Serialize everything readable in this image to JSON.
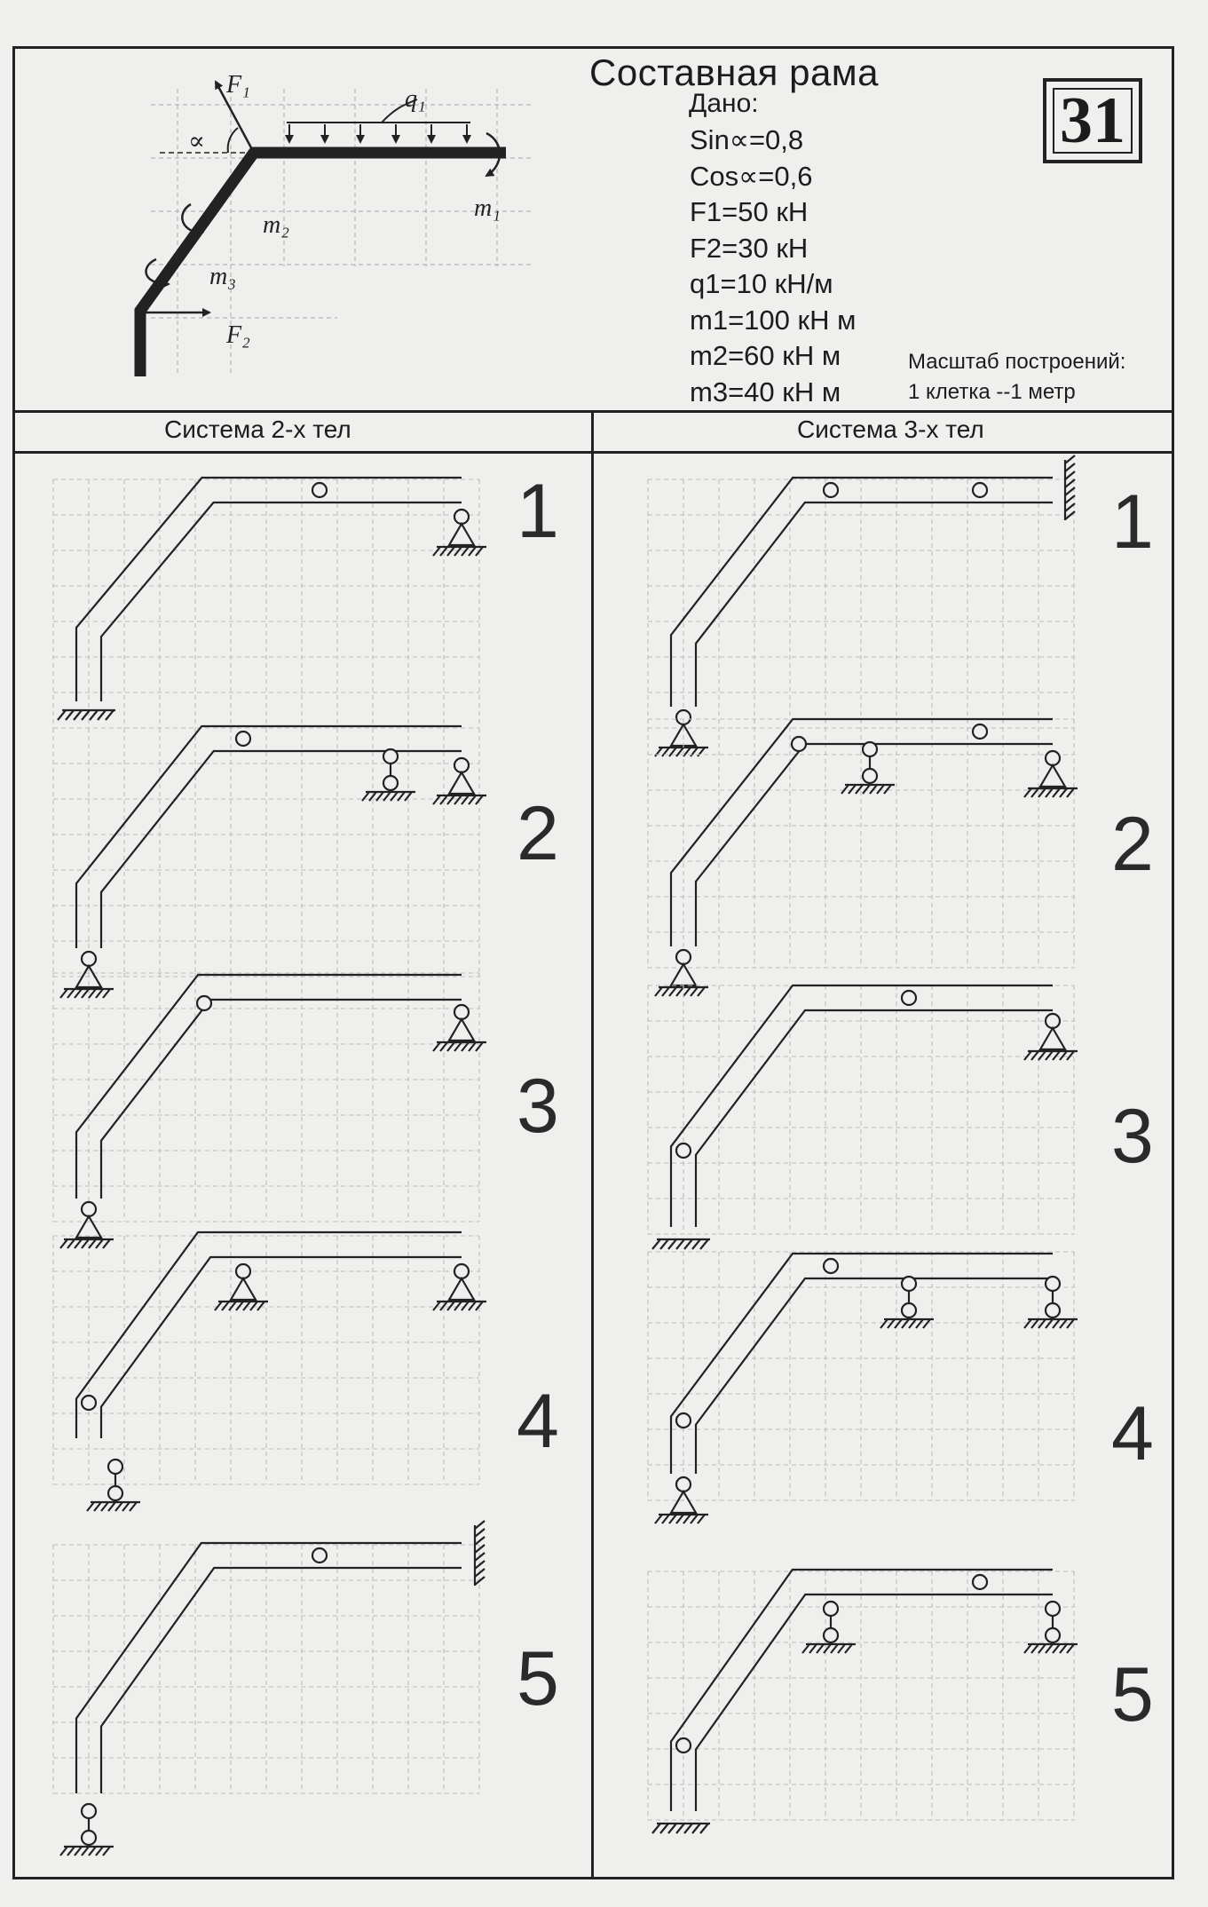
{
  "title": "Составная рама",
  "variant_number": "31",
  "given": {
    "heading": "Дано:",
    "values": [
      "Sin∝=0,8",
      "Cos∝=0,6",
      "F1=50 кН",
      "F2=30 кН",
      "q1=10 кН/м",
      "m1=100 кН м",
      "m2=60 кН м",
      "m3=40 кН м"
    ]
  },
  "scale": {
    "line1": "Масштаб построений:",
    "line2": "1 клетка --1 метр"
  },
  "loading_diagram": {
    "labels": {
      "F1": "F₁",
      "F2": "F₂",
      "q1": "q₁",
      "m1": "m₁",
      "m2": "m₂",
      "m3": "m₃",
      "alpha": "∝"
    }
  },
  "columns": [
    {
      "header": "Система 2-х тел",
      "variants": [
        "1",
        "2",
        "3",
        "4",
        "5"
      ]
    },
    {
      "header": "Система 3-х тел",
      "variants": [
        "1",
        "2",
        "3",
        "4",
        "5"
      ]
    }
  ]
}
